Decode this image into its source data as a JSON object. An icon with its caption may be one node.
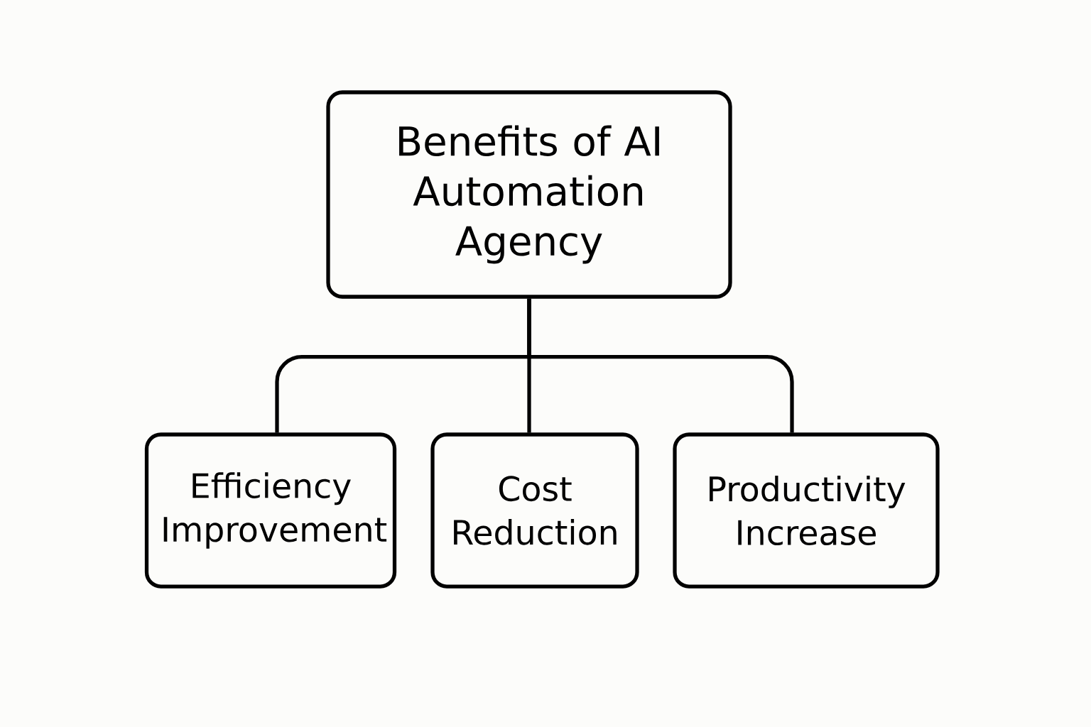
{
  "diagram": {
    "nodes": [
      {
        "text": [
          "Benefits of AI Automation Agency"
        ]
      },
      {
        "text": [
          "Efficiency Improvement"
        ]
      },
      {
        "text": [
          "Cost Reduction"
        ]
      },
      {
        "text": [
          "Productivity Increase"
        ]
      }
    ],
    "edges": [
      {
        "from": 0,
        "to": 1,
        "arrow": "none"
      },
      {
        "from": 0,
        "to": 2,
        "arrow": "none"
      },
      {
        "from": 0,
        "to": 3,
        "arrow": "none"
      }
    ]
  }
}
